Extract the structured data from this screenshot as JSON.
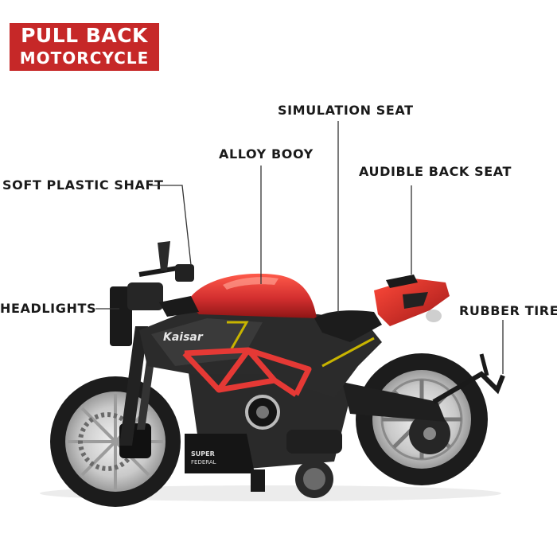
{
  "badge": {
    "line1": "PULL BACK",
    "line2": "MOTORCYCLE"
  },
  "labels": {
    "simulation_seat": "SIMULATION SEAT",
    "alloy_body": "ALLOY BOOY",
    "audible_back_seat": "AUDIBLE BACK SEAT",
    "soft_plastic_shaft": "SOFT PLASTIC SHAFT",
    "headlights": "HEADLIGHTS",
    "rubber_tires": "RUBBER TIRES"
  },
  "bike_decals": {
    "brand": "Kaisar",
    "stand_text_1": "SUPER",
    "stand_text_2": "FEDERAL"
  },
  "colors": {
    "badge_red": "#c62828",
    "body_red": "#d32f2f",
    "frame_red": "#e53935",
    "dark": "#2a2a2a",
    "accent_yellow": "#c8b400"
  }
}
